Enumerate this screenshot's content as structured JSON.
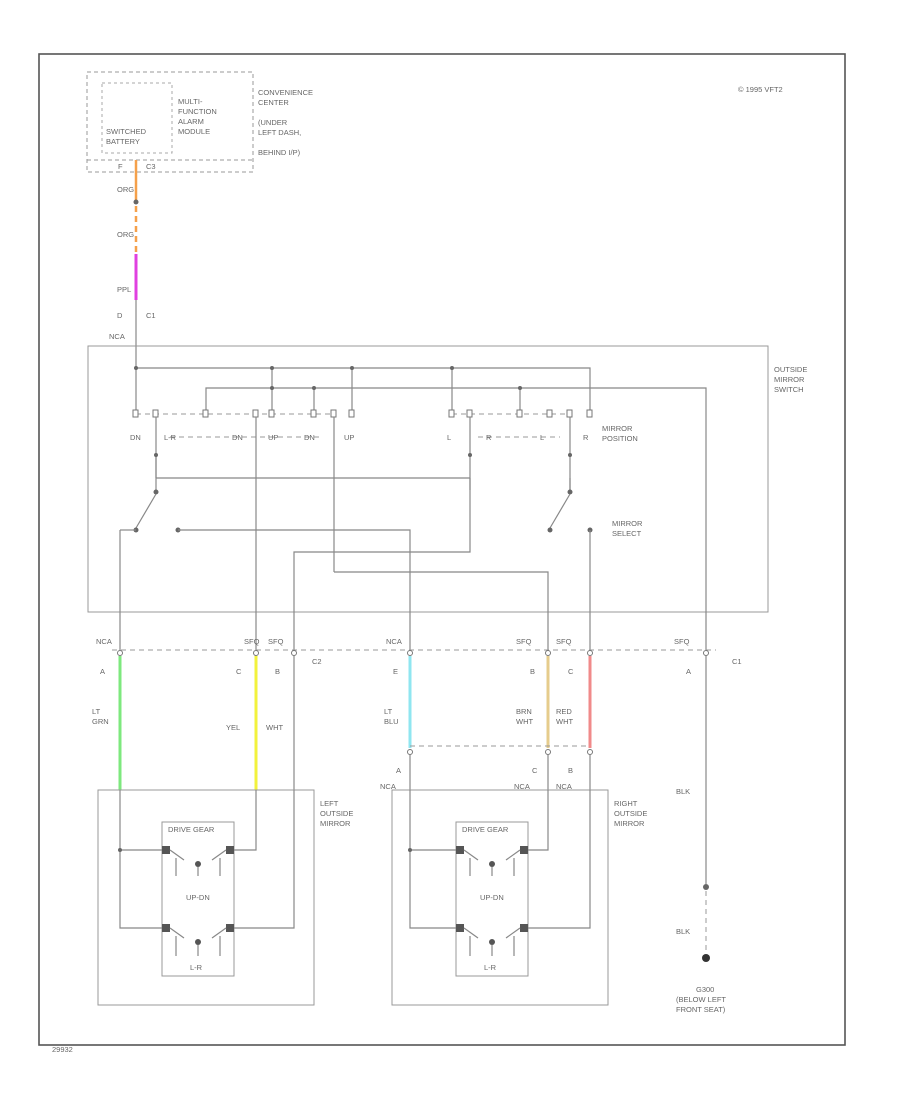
{
  "header": {
    "copyright": "© 1995 VFT2",
    "footer_code": "29932"
  },
  "module": {
    "label_lines": [
      "MULTI-",
      "FUNCTION",
      "ALARM",
      "MODULE"
    ],
    "switched_battery": [
      "SWITCHED",
      "BATTERY"
    ],
    "location_lines": [
      "CONVENIENCE",
      "CENTER",
      "(UNDER",
      "LEFT DASH,",
      "BEHIND I/P)"
    ],
    "pin_f": "F",
    "conn_c3": "C3"
  },
  "wires": {
    "org1": "ORG",
    "org2": "ORG",
    "ppl": "PPL",
    "pin_d": "D",
    "c1": "C1",
    "nca": "NCA"
  },
  "switch": {
    "outside_mirror_switch": [
      "OUTSIDE",
      "MIRROR",
      "SWITCH"
    ],
    "mirror_position": [
      "MIRROR",
      "POSITION"
    ],
    "mirror_select": [
      "MIRROR",
      "SELECT"
    ],
    "left_labels": [
      "DN",
      "L-R",
      "DN",
      "UP",
      "DN",
      "UP"
    ],
    "right_labels": [
      "L",
      "R",
      "L",
      "R"
    ]
  },
  "connectors": {
    "left": {
      "nca": "NCA",
      "sfq1": "SFQ",
      "sfq2": "SFQ",
      "pin_a": "A",
      "pin_c": "C",
      "pin_b": "B",
      "c2": "C2"
    },
    "right": {
      "nca": "NCA",
      "sfq1": "SFQ",
      "sfq2": "SFQ",
      "pin_e": "E",
      "pin_b": "B",
      "pin_c": "C",
      "sfq3": "SFQ",
      "pin_a": "A",
      "c1": "C1"
    }
  },
  "wire_colors_left": {
    "lt_grn": [
      "LT",
      "GRN"
    ],
    "yel": "YEL",
    "wht": "WHT"
  },
  "wire_colors_right": {
    "lt_blu": [
      "LT",
      "BLU"
    ],
    "brn_wht": [
      "BRN",
      "WHT"
    ],
    "red_wht": [
      "RED",
      "WHT"
    ]
  },
  "lower_connector": {
    "pin_a": "A",
    "pin_c": "C",
    "pin_b": "B",
    "nca_1": "NCA",
    "nca_2": "NCA",
    "nca_3": "NCA"
  },
  "mirrors": {
    "left_label": [
      "LEFT",
      "OUTSIDE",
      "MIRROR"
    ],
    "right_label": [
      "RIGHT",
      "OUTSIDE",
      "MIRROR"
    ],
    "drive_gear": "DRIVE GEAR",
    "up_dn": "UP-DN",
    "l_r": "L-R"
  },
  "ground": {
    "blk1": "BLK",
    "blk2": "BLK",
    "location_lines": [
      "G300",
      "(BELOW LEFT",
      "FRONT SEAT)"
    ]
  },
  "colors": {
    "orange": "#f5a04a",
    "purple": "#e040e0",
    "lt_green": "#7ee87e",
    "yellow": "#f2f23c",
    "lt_blue": "#8fe6f0",
    "tan": "#e6cc8c",
    "pink": "#f08a8a"
  }
}
